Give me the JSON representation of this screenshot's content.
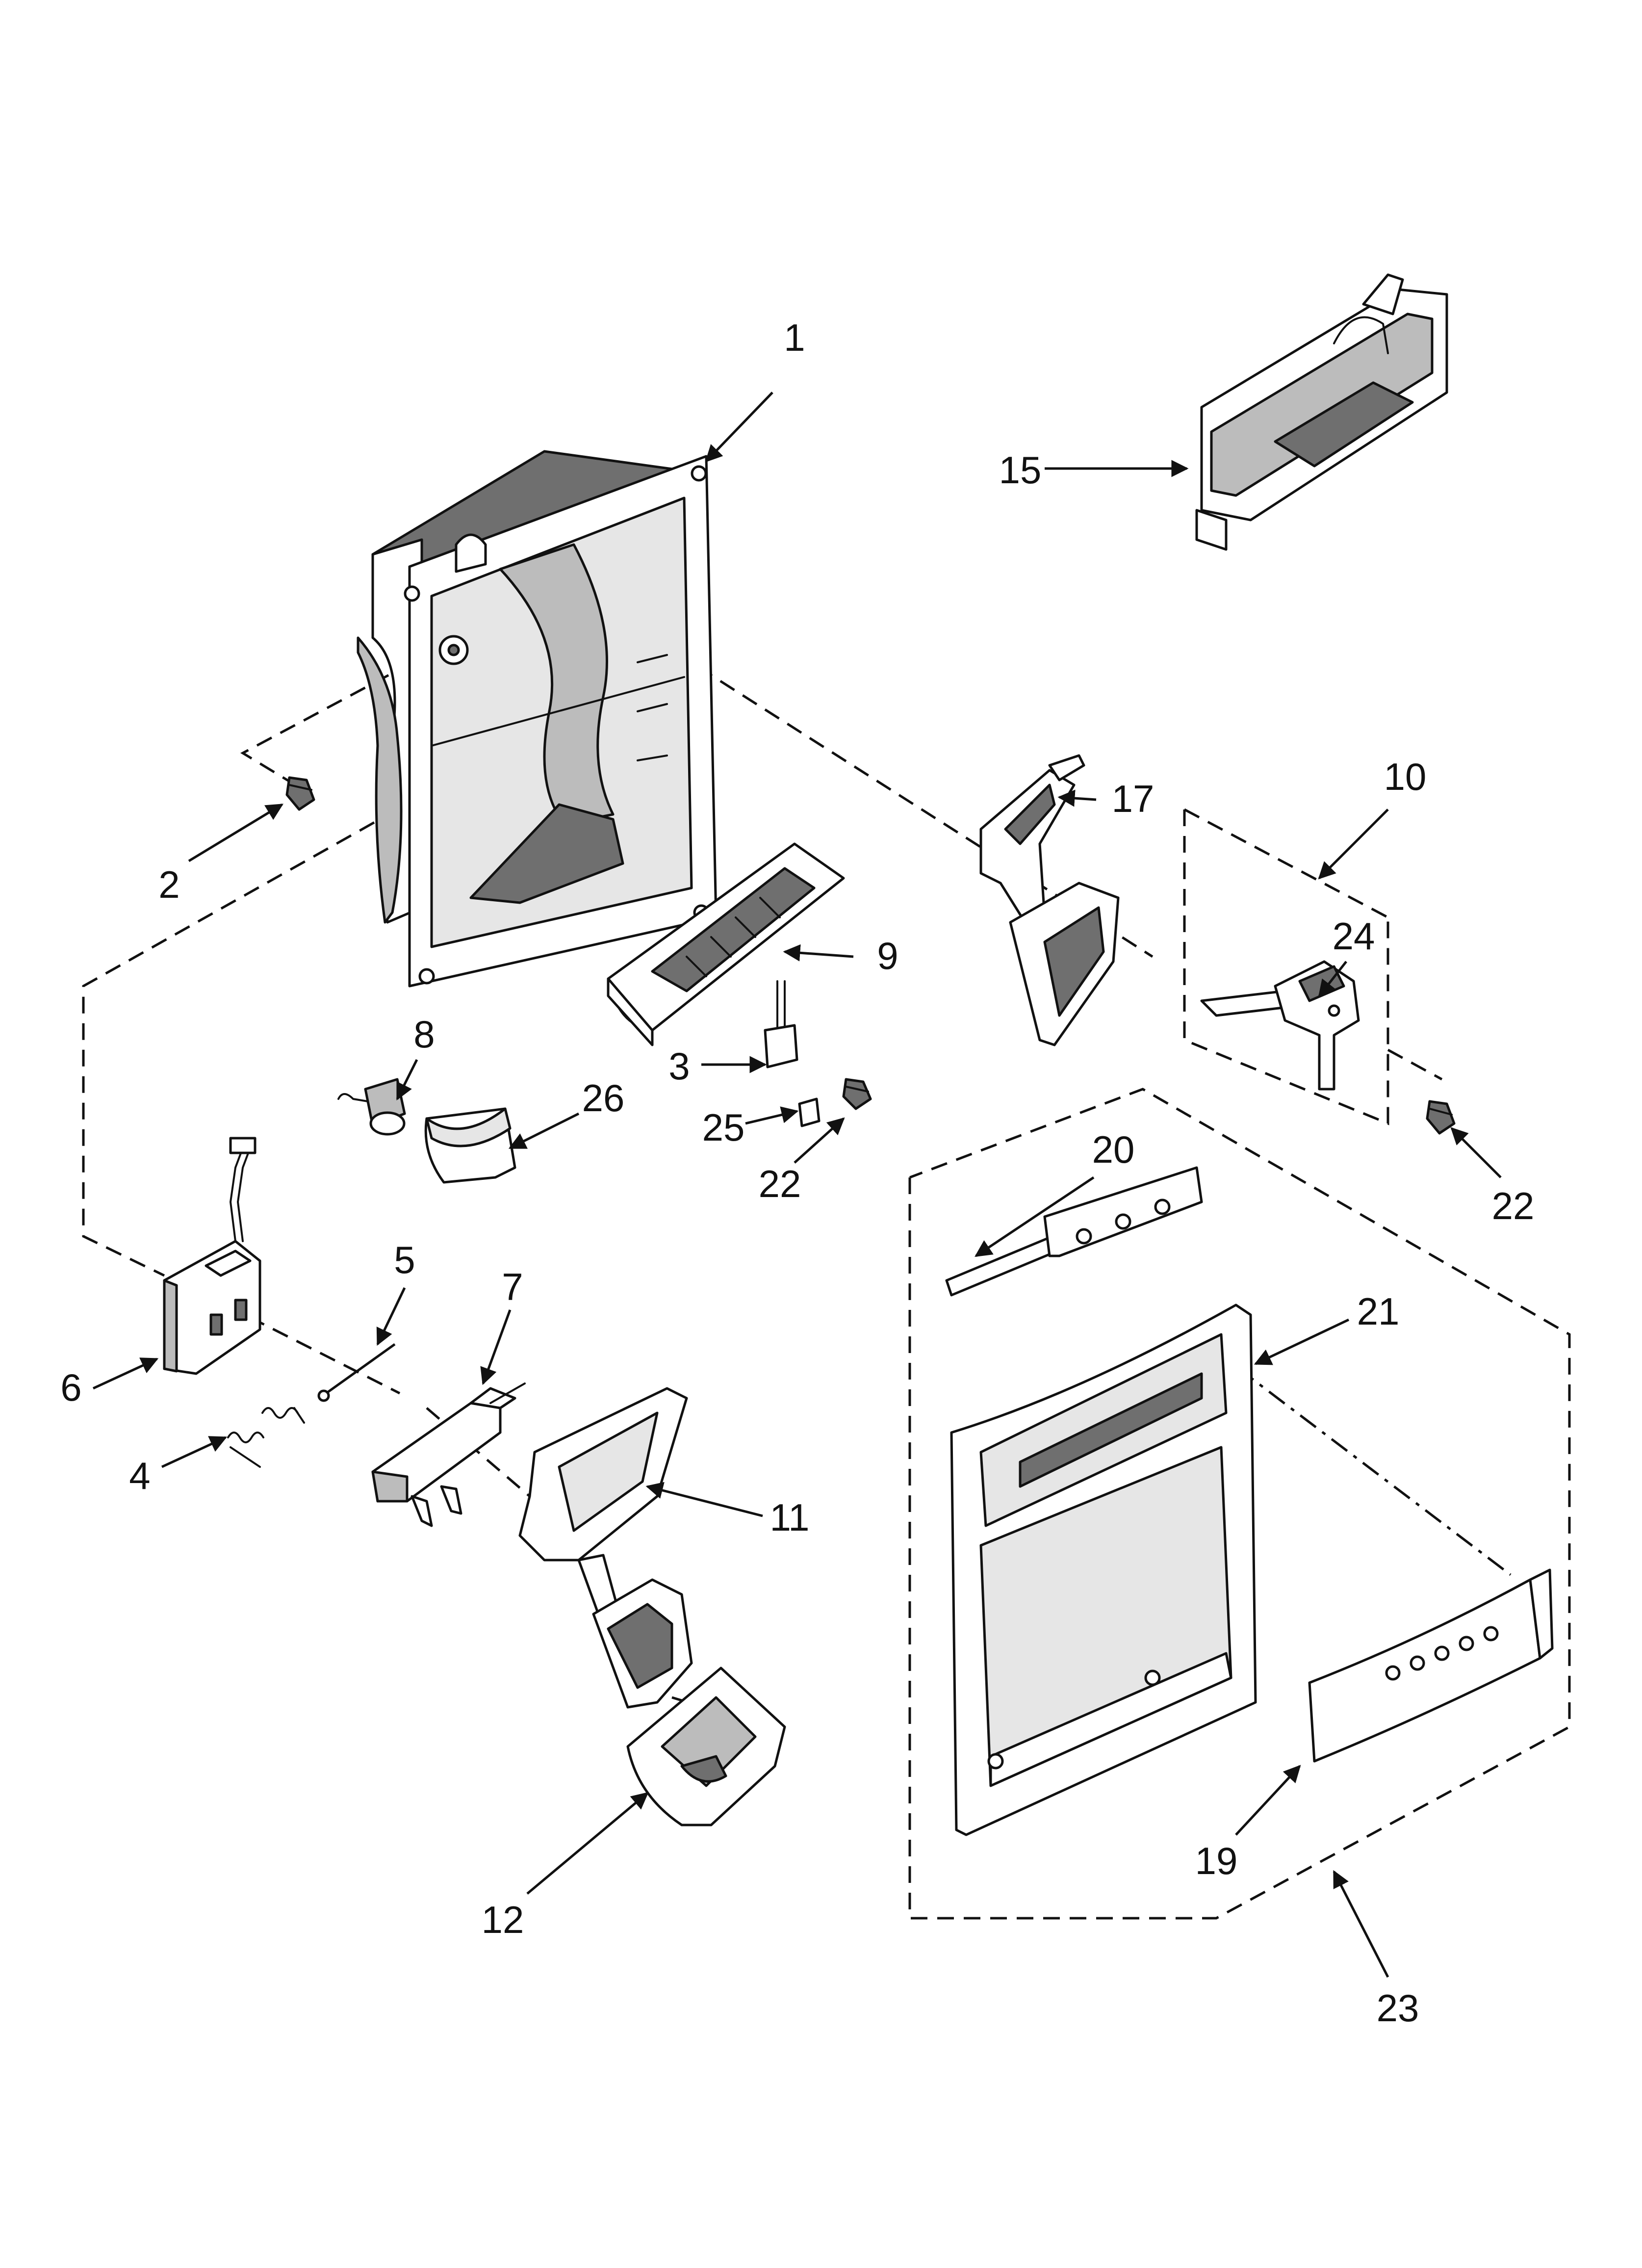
{
  "diagram": {
    "callouts": [
      "1",
      "2",
      "3",
      "4",
      "5",
      "6",
      "7",
      "8",
      "9",
      "10",
      "11",
      "12",
      "15",
      "17",
      "19",
      "20",
      "21",
      "22",
      "22",
      "23",
      "24",
      "25",
      "26"
    ]
  },
  "colors": {
    "line": "#111111",
    "background": "#ffffff",
    "shading": "#6f6f6f"
  }
}
